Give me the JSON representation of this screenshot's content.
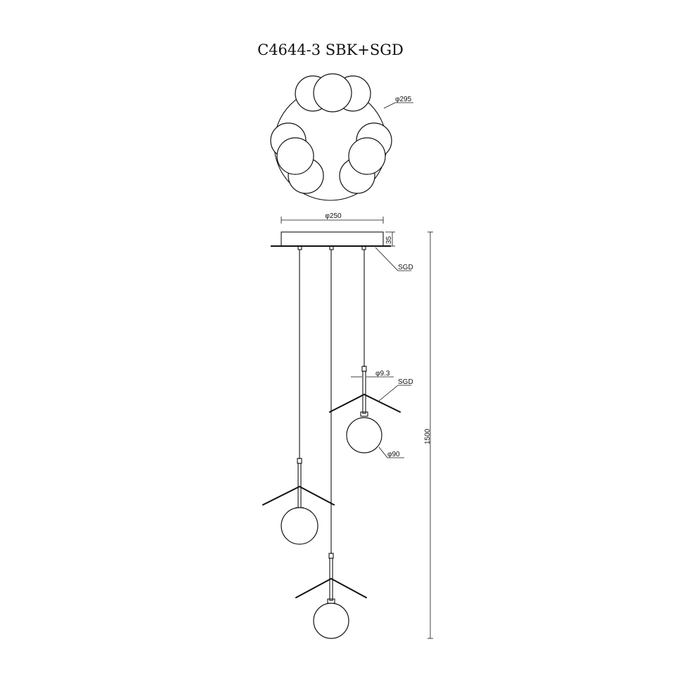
{
  "drawing": {
    "model_title": "C4644-3 SBK+SGD"
  },
  "dimensions": {
    "top_view_diameter": "φ295",
    "canopy_diameter": "φ250",
    "canopy_height": "35",
    "canopy_finish": "SGD",
    "rod_diameter": "φ9.3",
    "shade_finish": "SGD",
    "globe_diameter": "φ90",
    "overall_height": "1500"
  },
  "colors": {
    "line": "#111111",
    "background": "#ffffff"
  }
}
